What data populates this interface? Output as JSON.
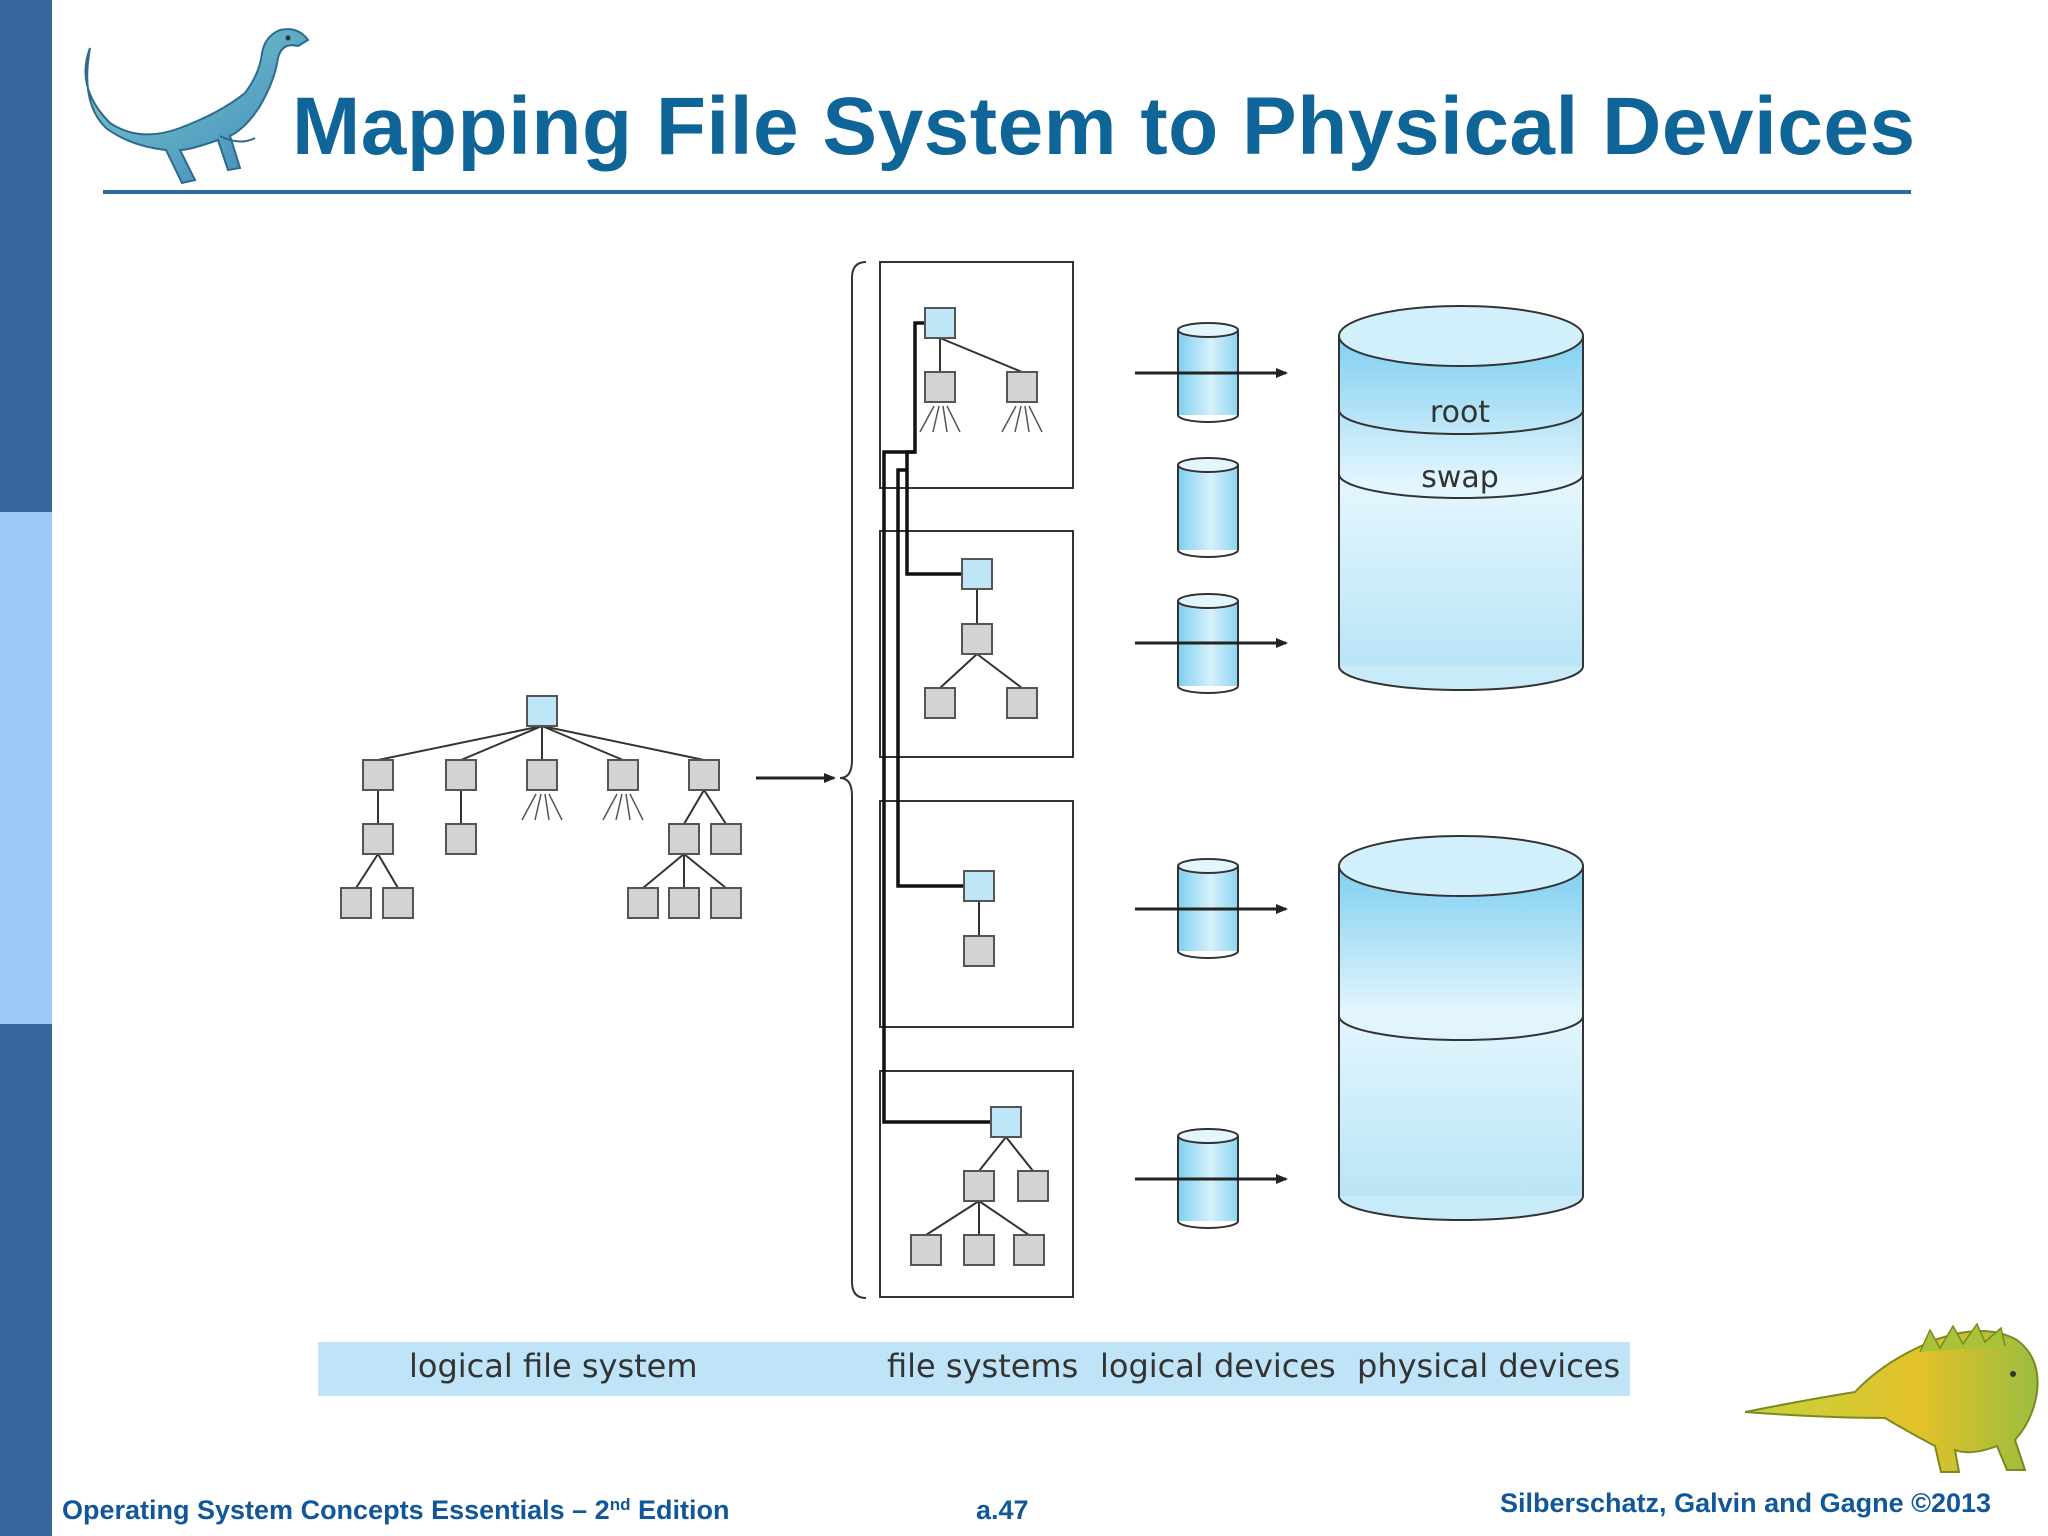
{
  "slide": {
    "title": "Mapping File System to Physical Devices"
  },
  "diagram": {
    "layer_labels": {
      "logical_file_system": "logical file system",
      "file_systems": "file systems",
      "logical_devices": "logical devices",
      "physical_devices": "physical devices"
    },
    "disk_partitions": {
      "root": "root",
      "swap": "swap"
    },
    "colors": {
      "node_blue": "#bfe6f7",
      "node_gray": "#d3d3d3",
      "label_band": "#bfe3f7",
      "title": "#0f6498"
    }
  },
  "footer": {
    "book_title": "Operating System Concepts Essentials – 2",
    "edition_sup": "nd",
    "edition_word": " Edition",
    "page": "a.47",
    "authors": "Silberschatz, Galvin and Gagne ©2013"
  },
  "icons": {
    "top_left": "dinosaur-icon",
    "bottom_right": "dinosaur-icon"
  }
}
